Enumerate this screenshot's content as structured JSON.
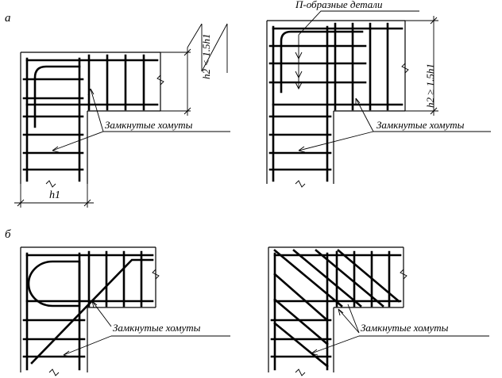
{
  "panels": {
    "a": {
      "letter": "а"
    },
    "b": {
      "letter": "б"
    }
  },
  "labels": {
    "p_shaped": "П-образные детали",
    "closed_stirrups": "Замкнутые хомуты",
    "h1": "h1",
    "h2_lt": "h2 < 1.5h1",
    "h2_ge": "h2 ≥ 1.5h1"
  }
}
